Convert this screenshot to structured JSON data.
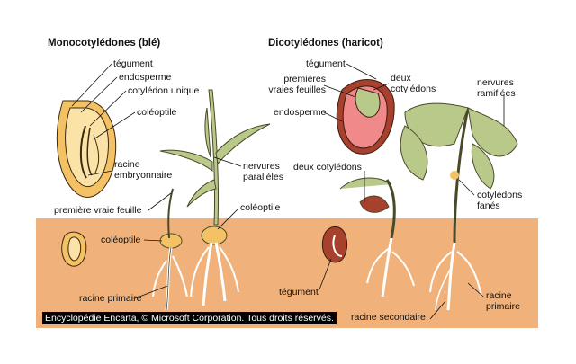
{
  "titles": {
    "mono": "Monocotylédones (blé)",
    "dico": "Dicotylédones (haricot)"
  },
  "labels": {
    "tegument": "tégument",
    "endosperme": "endosperme",
    "cotyledon_unique": "cotylédon unique",
    "coleoptile": "coléoptile",
    "racine_embryonnaire": "racine\nembryonnaire",
    "premiere_vraie_feuille": "première vraie feuille",
    "coleoptile_2": "coléoptile",
    "racine_primaire_mono": "racine primaire",
    "nervures_paralleles": "nervures\nparallèles",
    "coleoptile_3": "coléoptile",
    "tegument_dico": "tégument",
    "premieres_vraies_feuilles": "premières\nvraies feuilles",
    "endosperme_dico": "endosperme",
    "deux_cotyledons_top": "deux\ncotylédons",
    "deux_cotyledons": "deux cotylédons",
    "nervures_ramifiees": "nervures\nramifiées",
    "cotyledons_fanes": "cotylédons\nfanés",
    "tegument_bottom": "tégument",
    "racine_secondaire": "racine secondaire",
    "racine_primaire_dico": "racine\nprimaire"
  },
  "credit": "Encyclopédie Encarta, © Microsoft Corporation. Tous droits réservés.",
  "colors": {
    "soil": "#f0b27a",
    "seed_shell": "#f4c264",
    "plant_green": "#b9c98a",
    "plant_outline": "#4a4a2a",
    "bean_red": "#a8402e",
    "bean_pink": "#f08a8a",
    "root": "#ffffff"
  }
}
